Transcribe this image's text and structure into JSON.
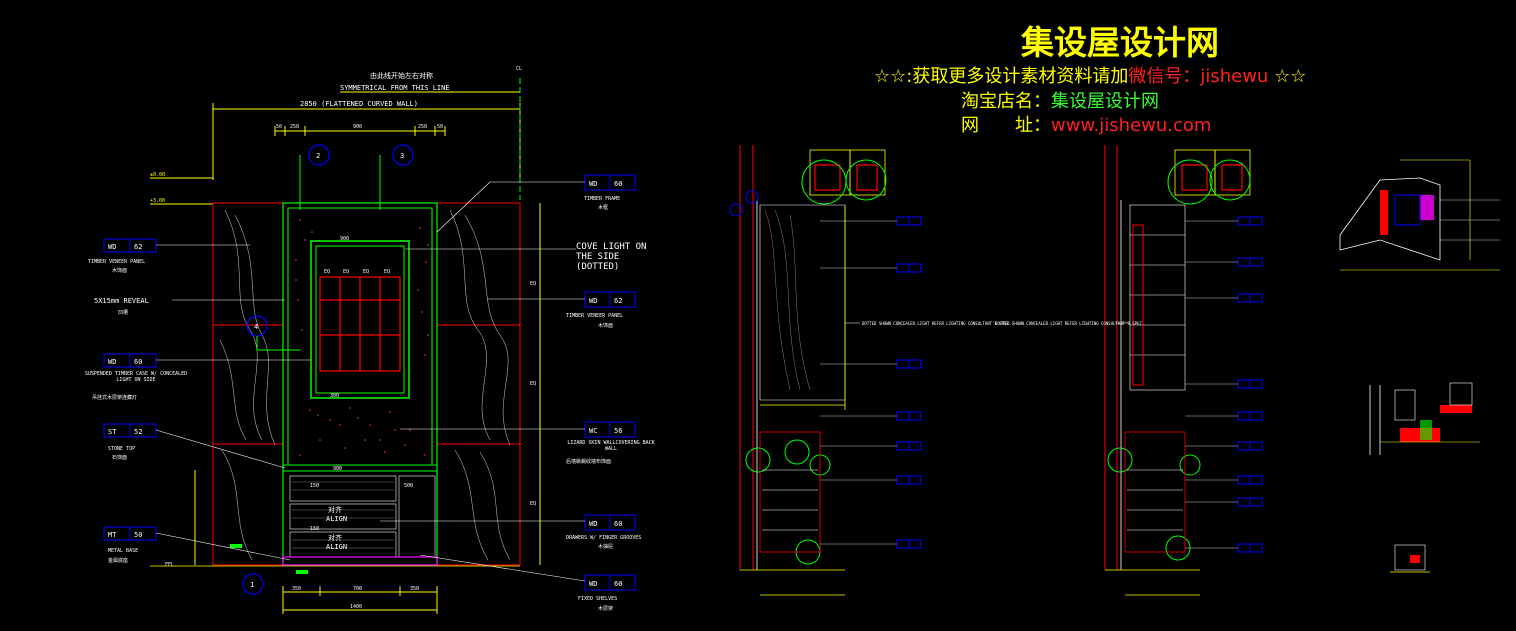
{
  "banner": {
    "title": "集设屋设计网",
    "line1_a": "☆☆:获取更多设计素材资料请加",
    "line1_b": "微信号：jishewu",
    "line1_c": " ☆☆",
    "shop_label": "淘宝店名：",
    "shop_name": "集设屋设计网",
    "url_label": "网　　址：",
    "url": "www.jishewu.com"
  },
  "elevation": {
    "symmetry_cn": "由此线开始左右对称",
    "symmetry_en": "SYMMETRICAL FROM THIS LINE",
    "overall_width": "2850 (FLATTENED CURVED WALL)",
    "dims_top": [
      "50",
      "250",
      "900",
      "250",
      "50"
    ],
    "dims_bottom": [
      "350",
      "700",
      "350"
    ],
    "dim_total": "1400",
    "dim_900a": "900",
    "dim_900b": "900",
    "dim_150a": "150",
    "dim_150b": "150",
    "dim_500": "500",
    "dim_300": "300",
    "dim_right_a": "EQ",
    "dim_right_b": "EQ",
    "dim_right_c": "EQ",
    "eq_labels": [
      "EQ",
      "EQ",
      "EQ",
      "EQ"
    ],
    "level_1": "±0.00",
    "level_2": "+3.00",
    "ffl": "FFL",
    "cl": "CL",
    "align_en": "ALIGN",
    "align_cn": "对齐",
    "section_marks": [
      "2",
      "3",
      "4",
      "1"
    ],
    "left_tags": [
      {
        "code": "WD",
        "num": "62",
        "en": "TIMBER VENEER PANEL",
        "cn": "木饰面"
      },
      {
        "code": "",
        "num": "",
        "en": "5X15mm REVEAL",
        "cn": "凹槽"
      },
      {
        "code": "WD",
        "num": "60",
        "en": "SUSPENDED TIMBER CASE W/ CONCEALED LIGHT ON SIDE",
        "cn": "吊挂式木层架连藏灯"
      },
      {
        "code": "ST",
        "num": "52",
        "en": "STONE TOP",
        "cn": "石饰面"
      },
      {
        "code": "MT",
        "num": "50",
        "en": "METAL BASE",
        "cn": "金属底座"
      }
    ],
    "right_tags": [
      {
        "code": "WD",
        "num": "60",
        "en": "TIMBER FRAME",
        "cn": "木框"
      },
      {
        "code": "",
        "num": "",
        "en": "COVE LIGHT ON THE SIDE (DOTTED)",
        "cn": ""
      },
      {
        "code": "WD",
        "num": "62",
        "en": "TIMBER VENEER PANEL",
        "cn": "木饰面"
      },
      {
        "code": "WC",
        "num": "56",
        "en": "LIZARD SKIN WALLCOVERING BACK WALL",
        "cn": "后墙蜥蜴纹墙布饰面"
      },
      {
        "code": "WD",
        "num": "60",
        "en": "DRAWERS W/ FINGER GROOVES",
        "cn": "木抽屉"
      },
      {
        "code": "WD",
        "num": "60",
        "en": "FIXED SHELVES",
        "cn": "木层架"
      }
    ]
  },
  "sections": {
    "note_a": "DOTTED SHOWN CONCEALED LIGHT REFER LIGHTING CONSULTANT'S SPEC.",
    "note_b": "DOTTED SHOWN CONCEALED LIGHT REFER LIGHTING CONSULTANT'S SPEC."
  },
  "colors": {
    "background": "#000000",
    "dimension": "#ffff00",
    "outline": "#00ff00",
    "tag_frame": "#0000ff",
    "panel_frame": "#ff0000",
    "text": "#ffffff",
    "magenta": "#ff00ff"
  }
}
